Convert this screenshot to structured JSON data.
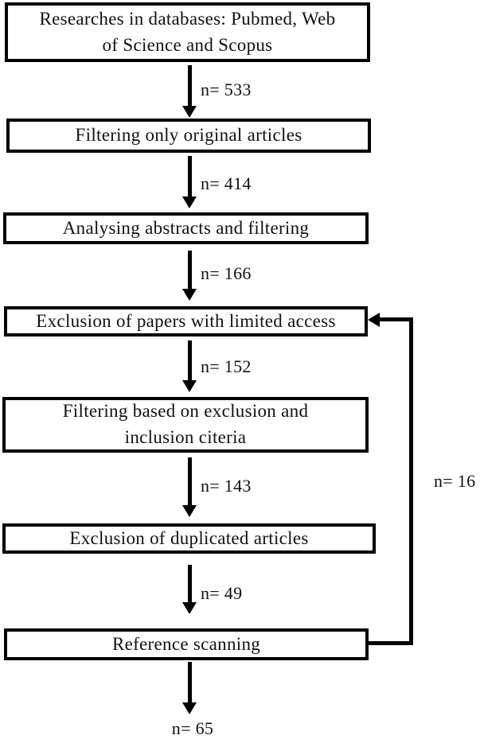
{
  "diagram": {
    "type": "flowchart",
    "colors": {
      "line": "#000000",
      "background": "#ffffff",
      "text": "#111111"
    },
    "boxes": [
      {
        "label": "Researches in databases: Pubmed, Web\nof Science and Scopus"
      },
      {
        "label": "Filtering only original articles"
      },
      {
        "label": "Analysing abstracts and filtering"
      },
      {
        "label": "Exclusion of papers with limited access"
      },
      {
        "label": "Filtering based on exclusion and\ninclusion citeria"
      },
      {
        "label": "Exclusion of duplicated articles"
      },
      {
        "label": "Reference scanning"
      }
    ],
    "arrows": [
      {
        "label": "n= 533"
      },
      {
        "label": "n= 414"
      },
      {
        "label": "n= 166"
      },
      {
        "label": "n= 152"
      },
      {
        "label": "n= 143"
      },
      {
        "label": "n= 49"
      },
      {
        "label": "n= 65"
      }
    ],
    "feedback": {
      "label": "n= 16",
      "from": "Reference scanning",
      "to": "Exclusion of papers with limited access"
    }
  }
}
